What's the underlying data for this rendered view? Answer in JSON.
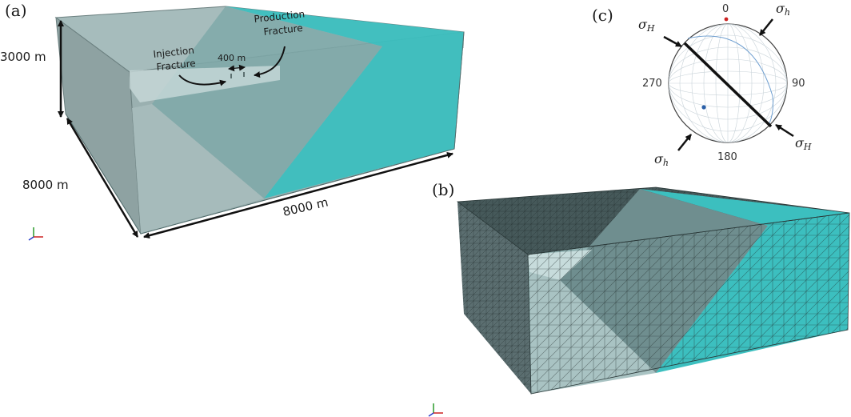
{
  "panels": {
    "a": "(a)",
    "b": "(b)",
    "c": "(c)"
  },
  "model": {
    "depth_label": "3000 m",
    "width_label": "8000 m",
    "length_label": "8000 m",
    "injection_label_line1": "Injection",
    "injection_label_line2": "Fracture",
    "production_label_line1": "Production",
    "production_label_line2": "Fracture",
    "spacing_label": "400 m"
  },
  "stereonet": {
    "north_label": "0",
    "east_label": "90",
    "south_label": "180",
    "west_label": "270",
    "sigma_symbol": "σ",
    "max_subscript": "H",
    "min_subscript": "h"
  },
  "colors": {
    "fault_teal": "#3cbfbf",
    "host_gray": "#8fa8a8",
    "mesh_dark": "#2e3c3c",
    "pole_blue": "#2a5fa8",
    "north_red": "#cc2222"
  },
  "icons": [
    "axis-triad-icon",
    "arrow-icon"
  ]
}
